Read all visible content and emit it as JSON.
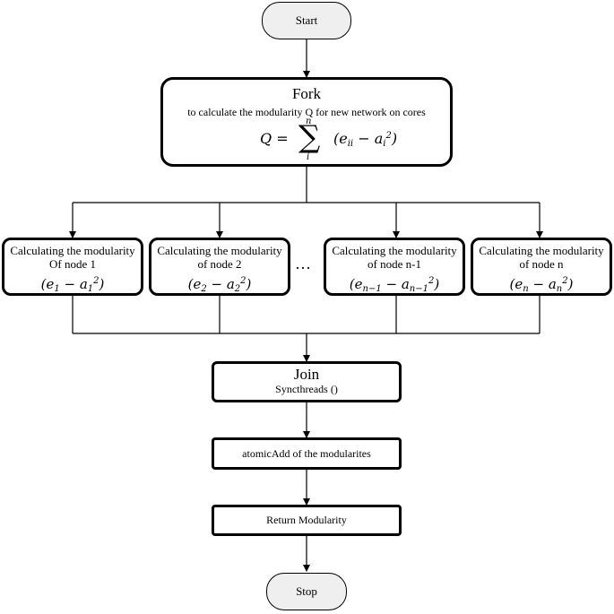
{
  "start": "Start",
  "stop": "Stop",
  "fork": {
    "title": "Fork",
    "subtitle": "to calculate the modularity Q for new network on cores",
    "formula_lhs": "Q =",
    "formula_sum_top": "n",
    "formula_sum_bottom": "i",
    "formula_sum_symbol": "∑",
    "formula_rhs_open": "(e",
    "formula_rhs_sub1": "ii",
    "formula_rhs_mid": " − a",
    "formula_rhs_sub2": "i",
    "formula_rhs_sup": "2",
    "formula_rhs_close": ")"
  },
  "nodes": [
    {
      "line1": "Calculating the modularity",
      "line2": "Of node 1",
      "e_sub": "1",
      "a_sub": "1"
    },
    {
      "line1": "Calculating the modularity",
      "line2": "of node 2",
      "e_sub": "2",
      "a_sub": "2"
    },
    {
      "line1": "Calculating the modularity",
      "line2": "of node n-1",
      "e_sub": "n−1",
      "a_sub": "n−1"
    },
    {
      "line1": "Calculating the modularity",
      "line2": "of node n",
      "e_sub": "n",
      "a_sub": "n"
    }
  ],
  "ellipsis": "…",
  "join": {
    "title": "Join",
    "subtitle": "Syncthreads ()"
  },
  "atomic": "atomicAdd of the modularites",
  "return": "Return Modularity"
}
